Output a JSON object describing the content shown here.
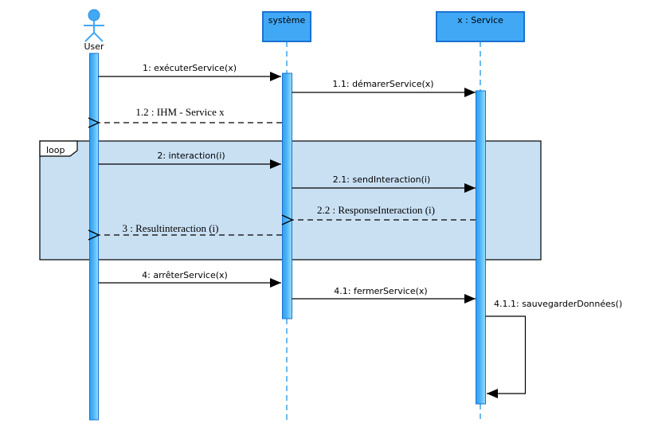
{
  "diagram": {
    "type": "uml-sequence",
    "participants": [
      {
        "name": "User",
        "kind": "actor"
      },
      {
        "name": "système",
        "kind": "lifeline"
      },
      {
        "name": "x : Service",
        "kind": "lifeline"
      }
    ],
    "fragment": {
      "operator": "loop"
    },
    "messages": [
      {
        "seq": "1",
        "label": "1: exécuterService(x)",
        "from": "User",
        "to": "système",
        "kind": "sync"
      },
      {
        "seq": "1.1",
        "label": "1.1: démarerService(x)",
        "from": "système",
        "to": "x : Service",
        "kind": "sync"
      },
      {
        "seq": "1.2",
        "label": "1.2 : IHM - Service x",
        "from": "système",
        "to": "User",
        "kind": "return"
      },
      {
        "seq": "2",
        "label": "2: interaction(i)",
        "from": "User",
        "to": "système",
        "kind": "sync",
        "in_loop": true
      },
      {
        "seq": "2.1",
        "label": "2.1: sendInteraction(i)",
        "from": "système",
        "to": "x : Service",
        "kind": "sync",
        "in_loop": true
      },
      {
        "seq": "2.2",
        "label": "2.2 : ResponseInteraction (i)",
        "from": "x : Service",
        "to": "système",
        "kind": "return",
        "in_loop": true
      },
      {
        "seq": "3",
        "label": "3 : Resultinteraction (i)",
        "from": "système",
        "to": "User",
        "kind": "return",
        "in_loop": true
      },
      {
        "seq": "4",
        "label": "4: arrêterService(x)",
        "from": "User",
        "to": "système",
        "kind": "sync"
      },
      {
        "seq": "4.1",
        "label": "4.1: fermerService(x)",
        "from": "système",
        "to": "x : Service",
        "kind": "sync"
      },
      {
        "seq": "4.1.1",
        "label": "4.1.1: sauvegarderDonnées()",
        "from": "x : Service",
        "to": "x : Service",
        "kind": "self"
      }
    ],
    "colors": {
      "participant_fill": "#41a8f5",
      "participant_border": "#1a72d4",
      "activation_left": "#2e9ef3",
      "activation_right": "#97e0fa",
      "loop_fill": "#c9e0f3",
      "lifeline": "#3ea3ee"
    }
  }
}
